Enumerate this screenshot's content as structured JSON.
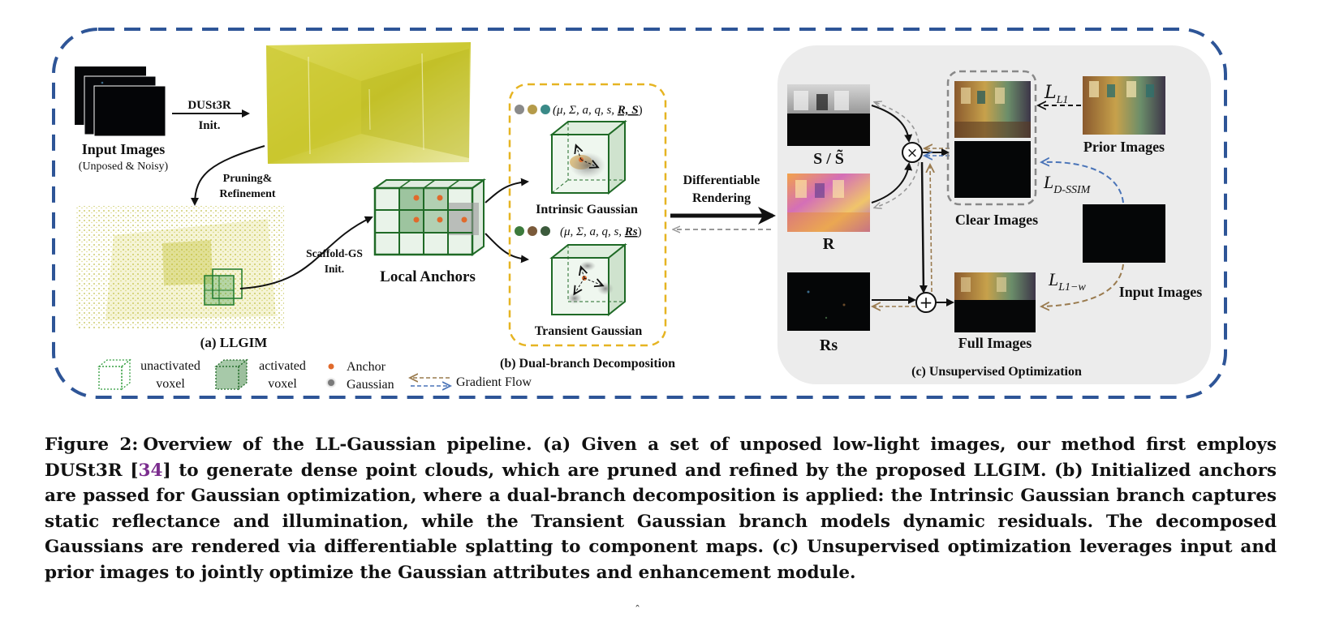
{
  "diagram": {
    "input_images_label": "Input Images",
    "input_images_sub": "(Unposed & Noisy)",
    "dust3r_line1": "DUSt3R",
    "dust3r_line2": "Init.",
    "pruning_line1": "Pruning&",
    "pruning_line2": "Refinement",
    "scaffold_line1": "Scaffold-GS",
    "scaffold_line2": "Init.",
    "local_anchors_label": "Local Anchors",
    "llgim_label": "(a) LLGIM",
    "intrinsic_params_plain": "(μ, Σ, a, q, s, ",
    "intrinsic_params_bold": "R, S",
    "intrinsic_params_close": ")",
    "intrinsic_label": "Intrinsic Gaussian",
    "transient_params_plain": "(μ, Σ, a, q, s, ",
    "transient_params_bold": "Rs",
    "transient_params_close": ")",
    "transient_label": "Transient Gaussian",
    "dual_branch_label": "(b) Dual-branch Decomposition",
    "diff_line1": "Differentiable",
    "diff_line2": "Rendering",
    "s_label": "S / S̃",
    "r_label": "R",
    "rs_label": "Rs",
    "clear_label": "Clear Images",
    "full_label": "Full Images",
    "prior_label": "Prior Images",
    "input_label2": "Input Images",
    "loss_l1": "L",
    "loss_l1_sub": "L1",
    "loss_dssim": "L",
    "loss_dssim_sub": "D-SSIM",
    "loss_l1w": "L",
    "loss_l1w_sub": "L1−w",
    "unsup_label": "(c) Unsupervised Optimization",
    "legend": {
      "unactivated_line1": "unactivated",
      "unactivated_line2": "voxel",
      "activated_line1": "activated",
      "activated_line2": "voxel",
      "anchor": "Anchor",
      "gaussian": "Gaussian",
      "gradient_flow": "Gradient Flow"
    },
    "colors": {
      "frame_blue": "#2e5597",
      "dual_box_gold": "#e6b422",
      "voxel_green": "#2e7d32",
      "pointcloud_yellow": "#c8c41a",
      "gradient_brown": "#9a7b4f",
      "gradient_blue": "#4a74b8",
      "panel_gray": "#ececec"
    }
  },
  "caption": {
    "label": "Figure 2:",
    "text_1": "Overview of the LL-Gaussian pipeline. (a) Given a set of unposed low-light images, our method first employs DUSt3R ",
    "ref_open": "[",
    "ref": "34",
    "ref_close": "]",
    "text_2": " to generate dense point clouds, which are pruned and refined by the proposed LLGIM. (b) Initialized anchors are passed for Gaussian optimization, where a dual-branch decomposition is applied: the Intrinsic Gaussian branch captures static reflectance and illumination, while the Transient Gaussian branch models dynamic residuals. The decomposed Gaussians are rendered via differentiable splatting to component maps. (c) Unsupervised optimization leverages input and prior images to jointly optimize the Gaussian attributes and enhancement module."
  },
  "footer_mark": "ˆ"
}
